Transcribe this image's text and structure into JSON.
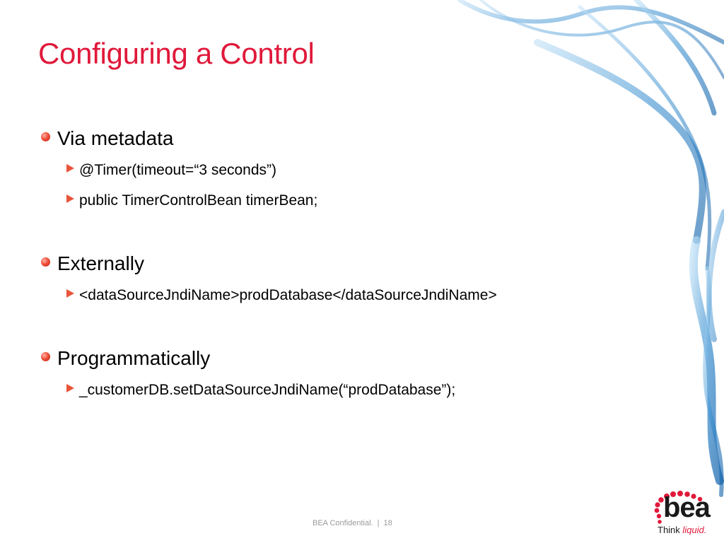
{
  "slide": {
    "title": "Configuring a Control",
    "bullets": [
      {
        "text": "Via metadata",
        "sub": [
          "@Timer(timeout=“3 seconds”)",
          "public TimerControlBean timerBean;"
        ]
      },
      {
        "text": "Externally",
        "sub": [
          "<dataSourceJndiName>prodDatabase</dataSourceJndiName>"
        ]
      },
      {
        "text": "Programmatically",
        "sub": [
          "_customerDB.setDataSourceJndiName(“prodDatabase”);"
        ]
      }
    ]
  },
  "footer": {
    "confidential": "BEA Confidential.",
    "separator": "|",
    "page_number": "18"
  },
  "logo": {
    "brand": "bea",
    "tagline_prefix": "Think ",
    "tagline_accent": "liquid."
  },
  "colors": {
    "title": "#e0193a",
    "bullet": "#f0503a",
    "smoke": "#3a8fd0"
  }
}
